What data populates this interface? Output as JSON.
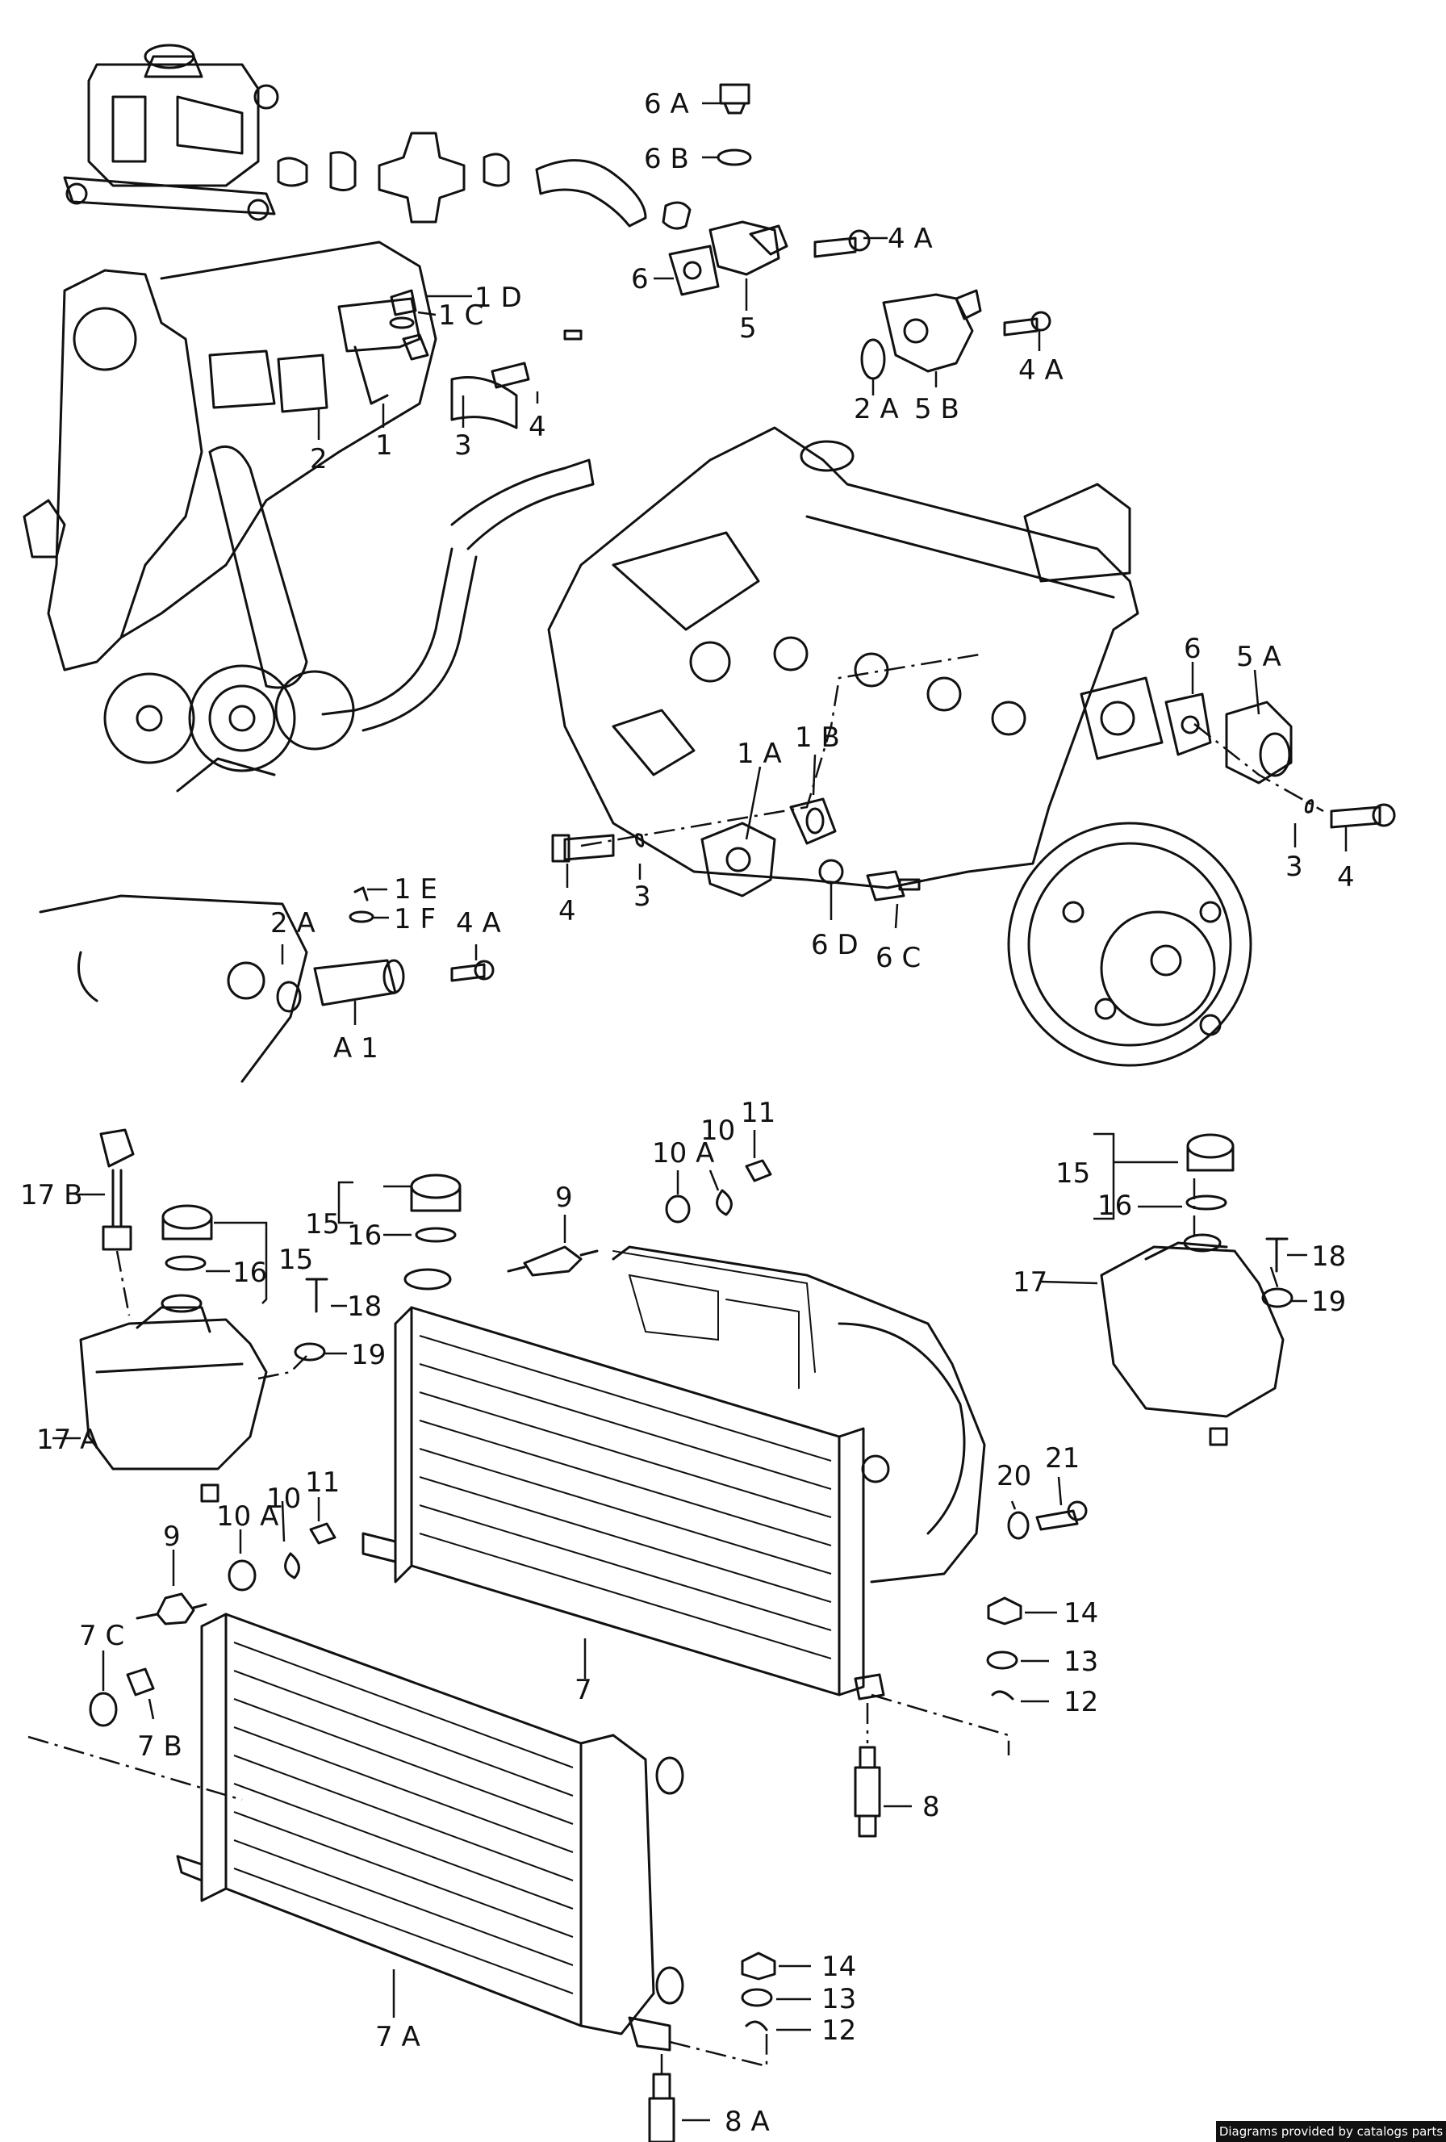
{
  "labels": {
    "l_6A": "6 A",
    "l_6B": "6 B",
    "l_4A_top": "4 A",
    "l_6_top": "6",
    "l_5": "5",
    "l_1D": "1 D",
    "l_1C": "1 C",
    "l_2A_top": "2 A",
    "l_5B": "5 B",
    "l_4A_r": "4 A",
    "l_2": "2",
    "l_1": "1",
    "l_3_top": "3",
    "l_4_top": "4",
    "l_6_mid": "6",
    "l_5A": "5 A",
    "l_1A": "1 A",
    "l_1B": "1 B",
    "l_4_left": "4",
    "l_3_left": "3",
    "l_6D": "6 D",
    "l_6C": "6 C",
    "l_3_right": "3",
    "l_4_right": "4",
    "l_1E": "1 E",
    "l_1F": "1 F",
    "l_2A_low": "2 A",
    "l_4A_low": "4 A",
    "l_A1": "A 1",
    "l_11_top": "11",
    "l_10_top": "10",
    "l_10A_top": "10 A",
    "l_9_top": "9",
    "l_17B": "17 B",
    "l_15_left": "15",
    "l_16_left": "16",
    "l_18_left": "18",
    "l_15_mid": "15",
    "l_16_mid": "16",
    "l_19_left": "19",
    "l_17A": "17 A",
    "l_15_right": "15",
    "l_16_right": "16",
    "l_18_right": "18",
    "l_17": "17",
    "l_19_right": "19",
    "l_11_low": "11",
    "l_10_low": "10",
    "l_10A_low": "10 A",
    "l_9_low": "9",
    "l_20": "20",
    "l_21": "21",
    "l_14_top": "14",
    "l_13_top": "13",
    "l_12_top": "12",
    "l_7C": "7 C",
    "l_7B": "7 B",
    "l_7": "7",
    "l_8": "8",
    "l_14_low": "14",
    "l_13_low": "13",
    "l_12_low": "12",
    "l_7A": "7 A",
    "l_8A": "8 A"
  },
  "footer": {
    "credit": "Diagrams provided by catalogs parts"
  }
}
